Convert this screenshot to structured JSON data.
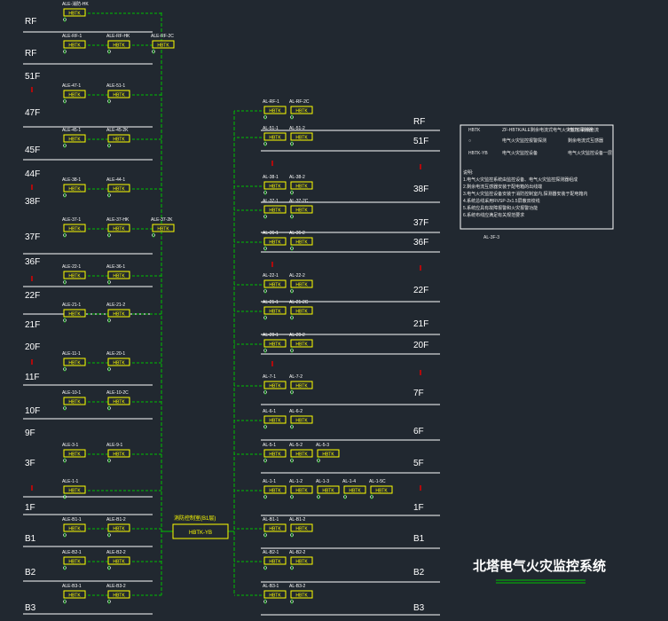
{
  "diagram": {
    "title": "北塔电气火灾监控系统",
    "controller": {
      "label": "HBTK-YB",
      "caption": "消防控制室(B1层)"
    },
    "module_code": "HBTK",
    "colors": {
      "background": "#212830",
      "wire": "#00c000",
      "module": "#ffff00",
      "line": "#ffffff",
      "marker": "#e00000"
    },
    "left_floors": [
      {
        "label": "RF"
      },
      {
        "label": "RF"
      },
      {
        "label": "51F"
      },
      {
        "label": "47F"
      },
      {
        "label": "45F"
      },
      {
        "label": "44F"
      },
      {
        "label": "38F"
      },
      {
        "label": "37F"
      },
      {
        "label": "36F"
      },
      {
        "label": "22F"
      },
      {
        "label": "21F"
      },
      {
        "label": "20F"
      },
      {
        "label": "11F"
      },
      {
        "label": "10F"
      },
      {
        "label": "9F"
      },
      {
        "label": "3F"
      },
      {
        "label": "1F"
      },
      {
        "label": "B1"
      },
      {
        "label": "B2"
      },
      {
        "label": "B3"
      }
    ],
    "right_floors": [
      {
        "label": "RF"
      },
      {
        "label": "51F"
      },
      {
        "label": "38F"
      },
      {
        "label": "37F"
      },
      {
        "label": "36F"
      },
      {
        "label": "22F"
      },
      {
        "label": "21F"
      },
      {
        "label": "20F"
      },
      {
        "label": "7F"
      },
      {
        "label": "6F"
      },
      {
        "label": "5F"
      },
      {
        "label": "1F"
      },
      {
        "label": "B1"
      },
      {
        "label": "B2"
      },
      {
        "label": "B3"
      }
    ],
    "left_modules": [
      {
        "tags": [
          "ALE-消防-HK"
        ]
      },
      {
        "tags": [
          "ALE-RF-1",
          "ALE-RF-HK",
          "ALE-RF-2C"
        ]
      },
      {
        "tags": [
          "ALE-47-1",
          "ALE-51-1"
        ]
      },
      {
        "tags": [
          "ALE-45-1",
          "ALE-45-2K"
        ]
      },
      {
        "tags": [
          "ALE-38-1",
          "ALE-44-1"
        ]
      },
      {
        "tags": [
          "ALE-37-1",
          "ALE-37-HK",
          "ALE-37-2K"
        ]
      },
      {
        "tags": [
          "ALE-22-1",
          "ALE-36-1"
        ]
      },
      {
        "tags": [
          "ALE-21-1",
          "ALE-21-2"
        ]
      },
      {
        "tags": [
          "ALE-11-1",
          "ALE-20-1"
        ]
      },
      {
        "tags": [
          "ALE-10-1",
          "ALE-10-2C"
        ]
      },
      {
        "tags": [
          "ALE-3-1",
          "ALE-9-1"
        ]
      },
      {
        "tags": [
          "ALE-1-1"
        ]
      },
      {
        "tags": [
          "ALE-B1-1",
          "ALE-B1-2"
        ]
      },
      {
        "tags": [
          "ALE-B2-1",
          "ALE-B2-2"
        ]
      },
      {
        "tags": [
          "ALE-B3-1",
          "ALE-B3-2"
        ]
      }
    ],
    "right_modules": [
      {
        "tags": [
          "AL-RF-1",
          "AL-RF-2C"
        ]
      },
      {
        "tags": [
          "AL-51-1",
          "AL-51-2"
        ]
      },
      {
        "tags": [
          "AL-38-1",
          "AL-38-2"
        ]
      },
      {
        "tags": [
          "AL-37-1",
          "AL-37-2C"
        ]
      },
      {
        "tags": [
          "AL-36-1",
          "AL-36-2"
        ]
      },
      {
        "tags": [
          "AL-22-1",
          "AL-22-2"
        ]
      },
      {
        "tags": [
          "AL-21-1",
          "AL-21-2C"
        ]
      },
      {
        "tags": [
          "AL-20-1",
          "AL-20-2"
        ]
      },
      {
        "tags": [
          "AL-7-1",
          "AL-7-2"
        ]
      },
      {
        "tags": [
          "AL-6-1",
          "AL-6-2"
        ]
      },
      {
        "tags": [
          "AL-5-1",
          "AL-5-2",
          "AL-5-3"
        ]
      },
      {
        "tags": [
          "AL-1-1",
          "AL-1-2",
          "AL-1-3",
          "AL-1-4",
          "AL-1-5C"
        ]
      },
      {
        "tags": [
          "AL-B1-1",
          "AL-B1-2"
        ]
      },
      {
        "tags": [
          "AL-B2-1",
          "AL-B2-2"
        ]
      },
      {
        "tags": [
          "AL-B3-1",
          "AL-B3-2"
        ]
      }
    ],
    "legend": {
      "rows": [
        {
          "symbol": "HBTK",
          "text": "ZF-HBTK/ALE剩余电流式电气火灾监控探测器",
          "note": "HBTK-剩余电流"
        },
        {
          "symbol": "○",
          "text": "电气火灾监控报警探测",
          "note": "剩余电流式互感器"
        },
        {
          "symbol": "HBTK-YB",
          "text": "电气火灾监控设备",
          "note": "电气火灾监控设备一层"
        }
      ],
      "notes_title": "说明:",
      "notes": [
        "1.电气火灾监控系统由监控设备、电气火灾监控探测器组成",
        "2.剩余电流互感器安装于配电箱的出线端",
        "3.电气火灾监控设备安装于消防控制室内,探测器安装于配电箱内",
        "4.系统总线采用RVSP-2x1.5屏蔽双绞线",
        "5.系统应具有故障报警和火灾报警功能",
        "6.系统布线应满足有关规范要求"
      ],
      "footer": "AL-3F-3"
    }
  }
}
